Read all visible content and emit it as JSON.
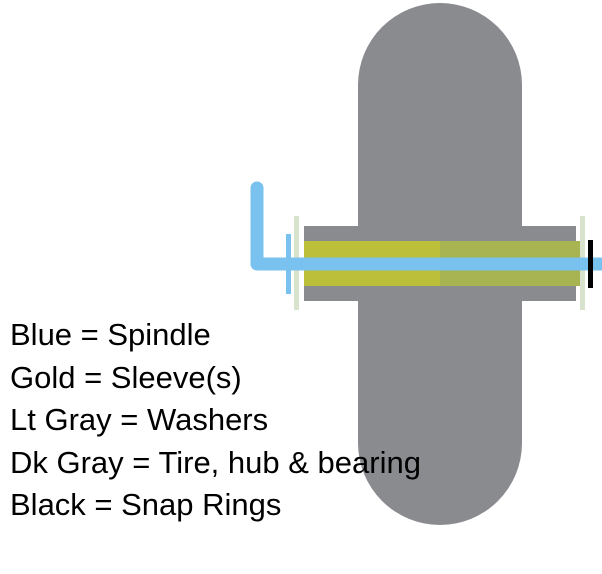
{
  "colors": {
    "background": "#ffffff",
    "tire": "#8a8b8f",
    "spindle": "#79c1ee",
    "sleeve_left": "#bcbf3a",
    "sleeve_right": "#a8b452",
    "washer": "#d7e3cc",
    "snap_ring": "#000000"
  },
  "legend": [
    {
      "text": "Blue = Spindle"
    },
    {
      "text": "Gold = Sleeve(s)"
    },
    {
      "text": "Lt Gray = Washers"
    },
    {
      "text": "Dk Gray = Tire, hub & bearing"
    },
    {
      "text": "Black = Snap Rings"
    }
  ]
}
